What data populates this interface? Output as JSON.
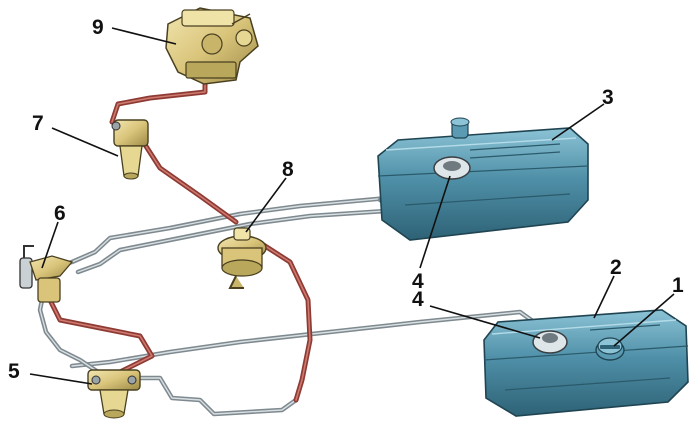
{
  "callouts": {
    "c1": "1",
    "c2": "2",
    "c3": "3",
    "c4a": "4",
    "c4b": "4",
    "c5": "5",
    "c6": "6",
    "c7": "7",
    "c8": "8",
    "c9": "9"
  },
  "colors": {
    "tank": "#4f90a8",
    "steel_line": "#7f8a90",
    "rubber_hose": "#8e3b34",
    "brass_part": "#d9c47a"
  }
}
